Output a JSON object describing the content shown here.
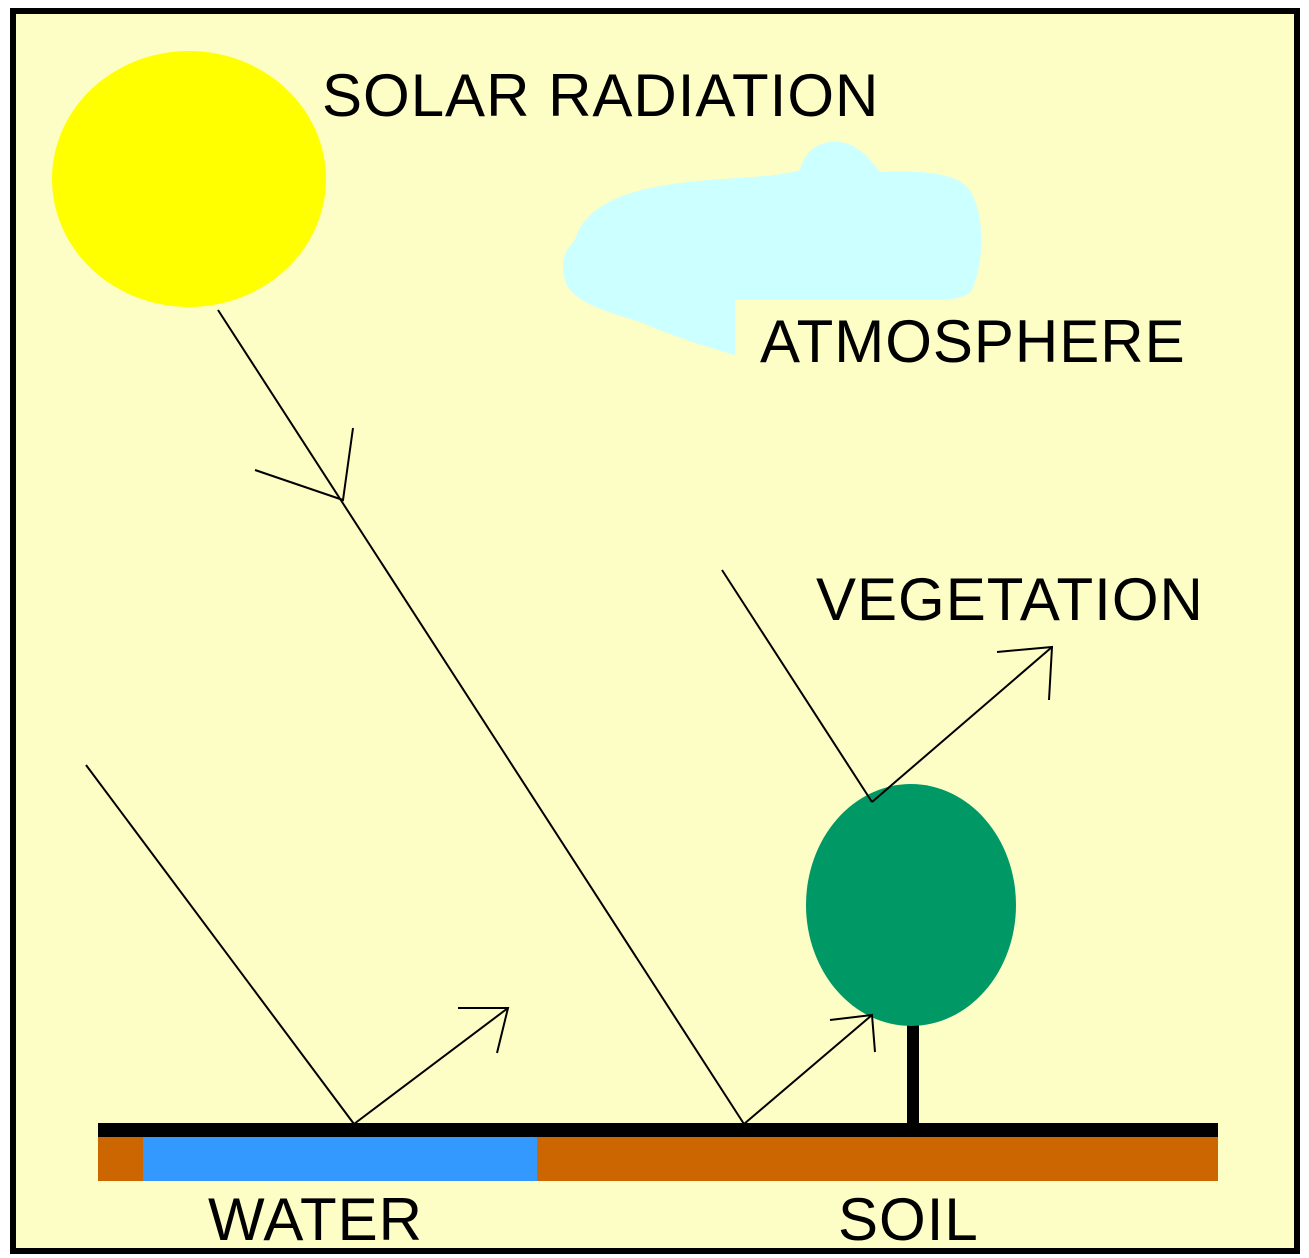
{
  "labels": {
    "solar_radiation": "SOLAR RADIATION",
    "atmosphere": "ATMOSPHERE",
    "vegetation": "VEGETATION",
    "water": "WATER",
    "soil": "SOIL"
  },
  "colors": {
    "background": "#fdfdc6",
    "border": "#000000",
    "sun": "#ffff00",
    "cloud": "#ccffff",
    "tree_crown": "#009966",
    "tree_trunk": "#000000",
    "water": "#3399ff",
    "soil": "#cc6600",
    "ray": "#000000"
  },
  "icons": {
    "sun": "sun-icon",
    "cloud": "cloud-icon",
    "tree": "tree-icon"
  }
}
